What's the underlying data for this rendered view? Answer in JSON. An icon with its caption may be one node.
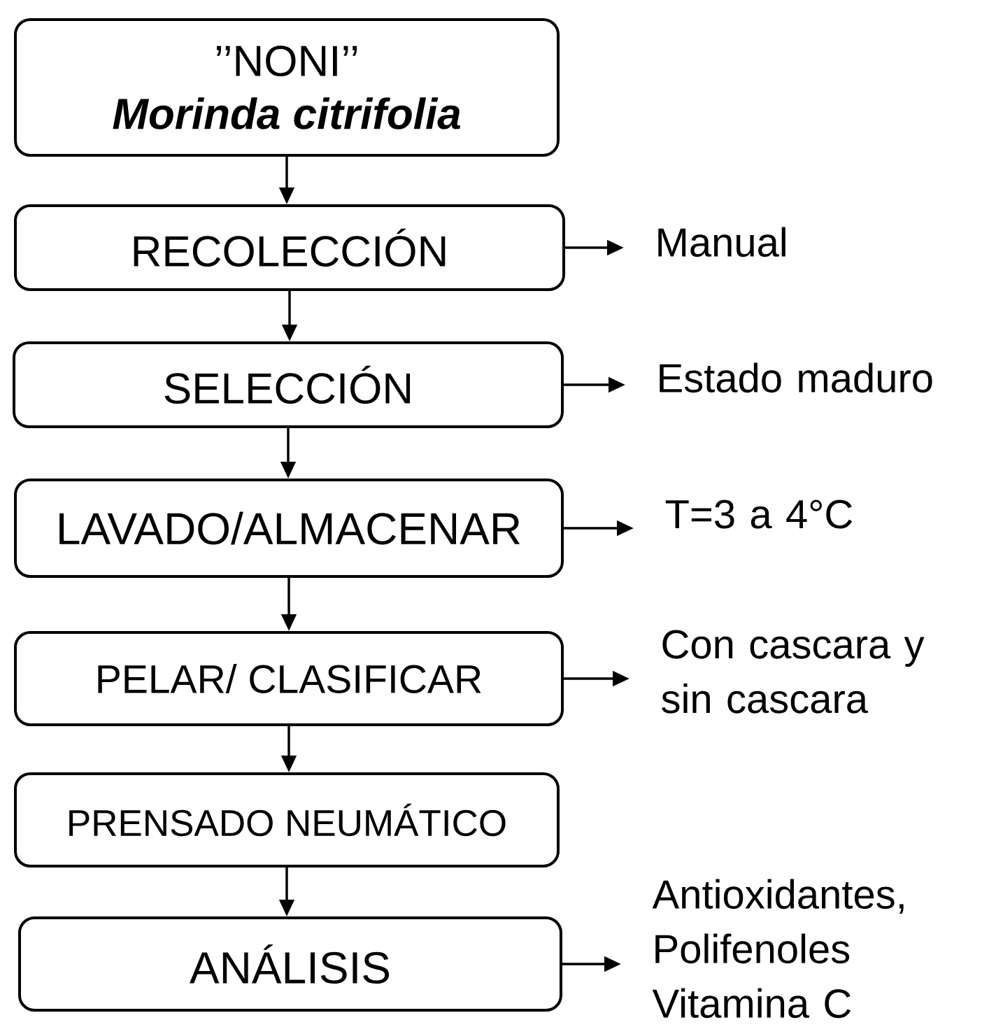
{
  "diagram": {
    "nodes": [
      {
        "text": [
          "’’NONI’’",
          "Morinda citrifolia"
        ]
      },
      {
        "text": [
          "RECOLECCIÓN"
        ]
      },
      {
        "text": [
          "Manual"
        ]
      },
      {
        "text": [
          "SELECCIÓN"
        ]
      },
      {
        "text": [
          "Estado maduro"
        ]
      },
      {
        "text": [
          "LAVADO/ALMACENAR"
        ]
      },
      {
        "text": [
          "T=3 a 4°C"
        ]
      },
      {
        "text": [
          "PELAR/ CLASIFICAR"
        ]
      },
      {
        "text": [
          "Con cascara y sin cascara"
        ]
      },
      {
        "text": [
          "PRENSADO NEUMÁTICO"
        ]
      },
      {
        "text": [
          "ANÁLISIS"
        ]
      },
      {
        "text": [
          "Antioxidantes, Polifenoles Vitamina C"
        ]
      }
    ],
    "edges": [
      {
        "from": 0,
        "to": 1,
        "arrow": "to"
      },
      {
        "from": 1,
        "to": 2,
        "arrow": "to"
      },
      {
        "from": 1,
        "to": 3,
        "arrow": "to"
      },
      {
        "from": 3,
        "to": 4,
        "arrow": "to"
      },
      {
        "from": 3,
        "to": 5,
        "arrow": "to"
      },
      {
        "from": 5,
        "to": 6,
        "arrow": "to"
      },
      {
        "from": 5,
        "to": 7,
        "arrow": "to"
      },
      {
        "from": 7,
        "to": 8,
        "arrow": "to"
      },
      {
        "from": 7,
        "to": 9,
        "arrow": "to"
      },
      {
        "from": 9,
        "to": 10,
        "arrow": "to"
      },
      {
        "from": 10,
        "to": 11,
        "arrow": "to"
      }
    ]
  }
}
